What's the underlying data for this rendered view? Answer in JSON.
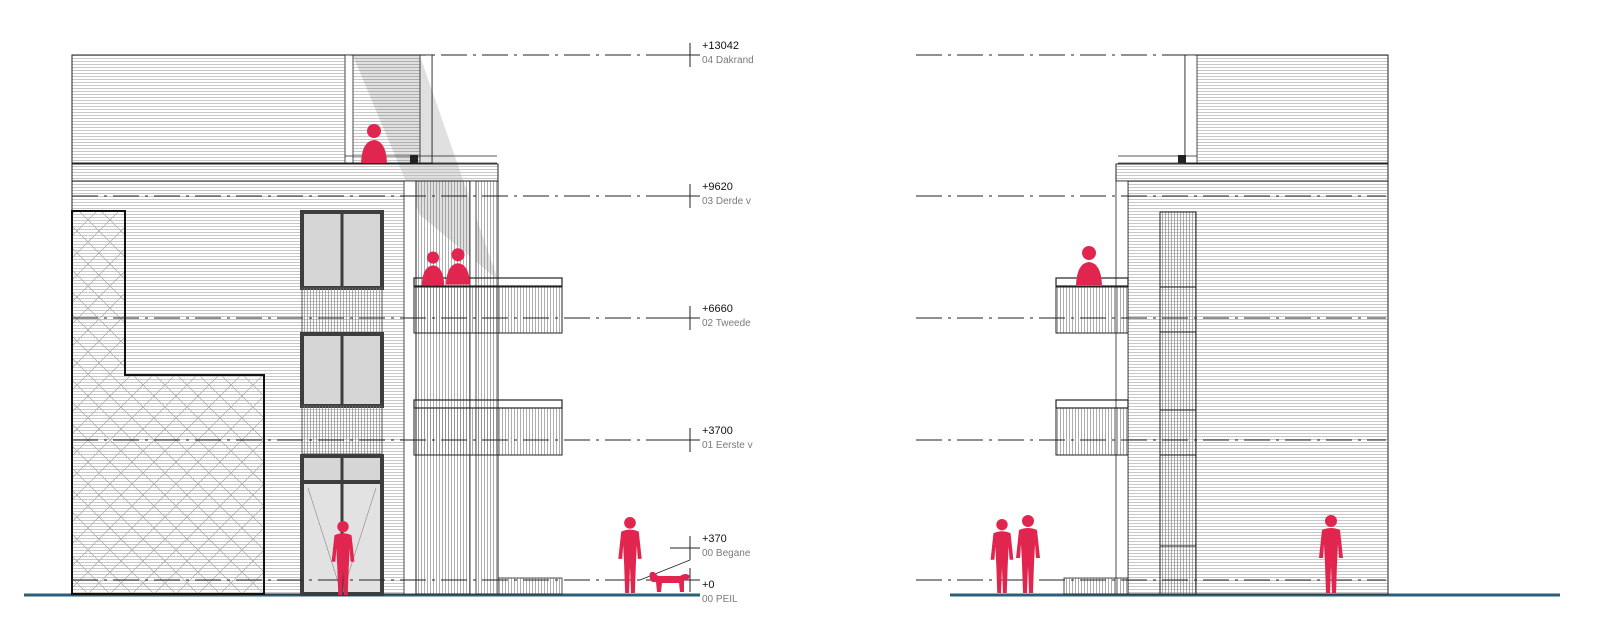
{
  "levels": [
    {
      "value": "+13042",
      "name": "04 Dakrand"
    },
    {
      "value": "+9620",
      "name": "03 Derde v"
    },
    {
      "value": "+6660",
      "name": "02 Tweede"
    },
    {
      "value": "+3700",
      "name": "01 Eerste v"
    },
    {
      "value": "+370",
      "name": "00 Begane"
    },
    {
      "value": "+0",
      "name": "00 PEIL"
    }
  ],
  "colors": {
    "figure": "#e0264e",
    "ground": "#2a5f7a",
    "line": "#222222",
    "hatch": "#9a9a9a",
    "glass": "#d6d6d6",
    "frame": "#3d3d3d"
  }
}
